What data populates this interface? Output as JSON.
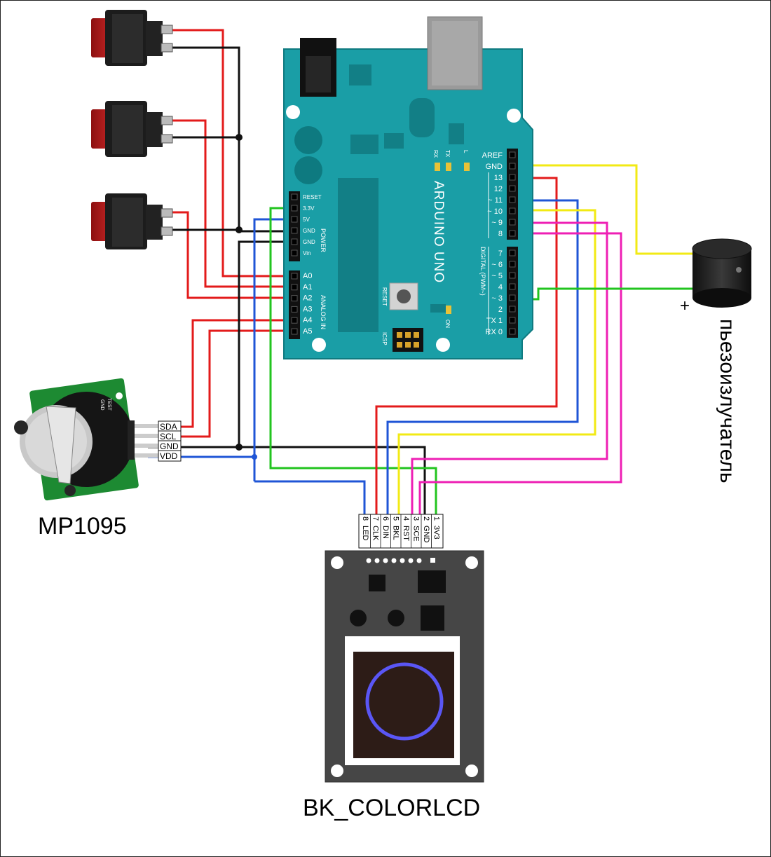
{
  "labels": {
    "rtc": "MP1095",
    "lcd": "BK_COLORLCD",
    "buzzer": "пьезоизлучатель",
    "buzzer_plus": "+"
  },
  "arduino": {
    "name": "ARDUINO UNO",
    "power_header_title": "POWER",
    "analog_header_title": "ANALOG IN",
    "digital_header_title": "DIGITAL (PWM~)",
    "reset_label": "RESET",
    "icsp_label": "ICSP",
    "on_label": "ON",
    "led_labels": [
      "RX",
      "TX",
      "L"
    ],
    "power_pins": [
      "RESET",
      "3.3V",
      "5V",
      "GND",
      "GND",
      "Vin"
    ],
    "analog_pins": [
      "A0",
      "A1",
      "A2",
      "A3",
      "A4",
      "A5"
    ],
    "digital_pins_top": [
      "AREF",
      "GND",
      "13",
      "12",
      "~ 11",
      "~ 10",
      "~ 9",
      "8"
    ],
    "digital_pins_bottom": [
      "7",
      "~ 6",
      "~ 5",
      "4",
      "~ 3",
      "2",
      "TX 1",
      "RX 0"
    ],
    "board_color": "#1a9ea6"
  },
  "rtc_module": {
    "pins": [
      "SDA",
      "SCL",
      "GND",
      "VDD"
    ],
    "silk": [
      "TEST",
      "GND"
    ]
  },
  "lcd_module": {
    "pin_numbers": [
      "8",
      "7",
      "6",
      "5",
      "4",
      "3",
      "2",
      "1"
    ],
    "pin_names": [
      "LED",
      "CLK",
      "DIN",
      "BKL",
      "RST",
      "SCE",
      "GND",
      "3V3"
    ]
  },
  "wire_colors": {
    "red": "#e31b1b",
    "black": "#111111",
    "green": "#22c41f",
    "blue": "#1f55d6",
    "yellow": "#f2ea14",
    "magenta": "#ee1fb4"
  }
}
